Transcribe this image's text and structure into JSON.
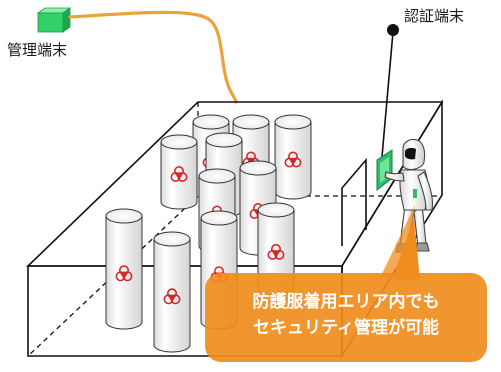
{
  "labels": {
    "management_terminal": "管理端末",
    "auth_terminal": "認証端末"
  },
  "callout": {
    "line1": "防護服着用エリア内でも",
    "line2": "セキュリティ管理が可能"
  },
  "colors": {
    "terminal_green": "#33d06a",
    "cable_orange": "#e8a33c",
    "callout_orange": "#f08c1c",
    "biohazard_red": "#d62828",
    "auth_panel_green": "#2fbf6a"
  },
  "icons": [
    "cube-icon",
    "biohazard-icon",
    "auth-terminal-icon",
    "person-icon"
  ]
}
